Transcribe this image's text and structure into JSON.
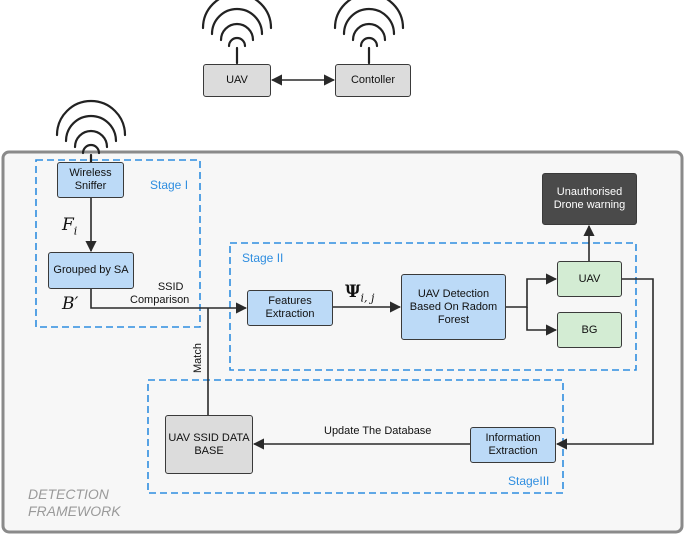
{
  "top": {
    "uav_label": "UAV",
    "controller_label": "Contoller"
  },
  "framework": {
    "line1": "DETECTION",
    "line2": "FRAMEWORK"
  },
  "stage1": {
    "title": "Stage I",
    "sniffer_label": "Wireless Sniffer",
    "grouped_label": "Grouped by SA",
    "f_symbol": "F",
    "f_sub": "i",
    "b_symbol": "B′"
  },
  "stage2": {
    "title": "Stage II",
    "features_label": "Features Extraction",
    "psi_symbol": "Ψ",
    "psi_sub": "i, j",
    "detection_label": "UAV Detection Based On Radom Forest",
    "uav_label": "UAV",
    "bg_label": "BG",
    "warning_label": "Unauthorised Drone warning"
  },
  "stage3": {
    "title": "StageIII",
    "database_label": "UAV SSID DATA BASE",
    "info_label": "Information Extraction"
  },
  "edges": {
    "ssid_line1": "SSID",
    "ssid_line2": "Comparison",
    "match": "Match",
    "update": "Update The Database"
  },
  "colors": {
    "stage_border": "#2f8ee0",
    "framework_border": "#8a8a8a",
    "blue_box": "#bcdaf7",
    "green_box": "#d3ecd3",
    "gray_box": "#dcdcdc",
    "dark_box": "#4a4a4a"
  }
}
